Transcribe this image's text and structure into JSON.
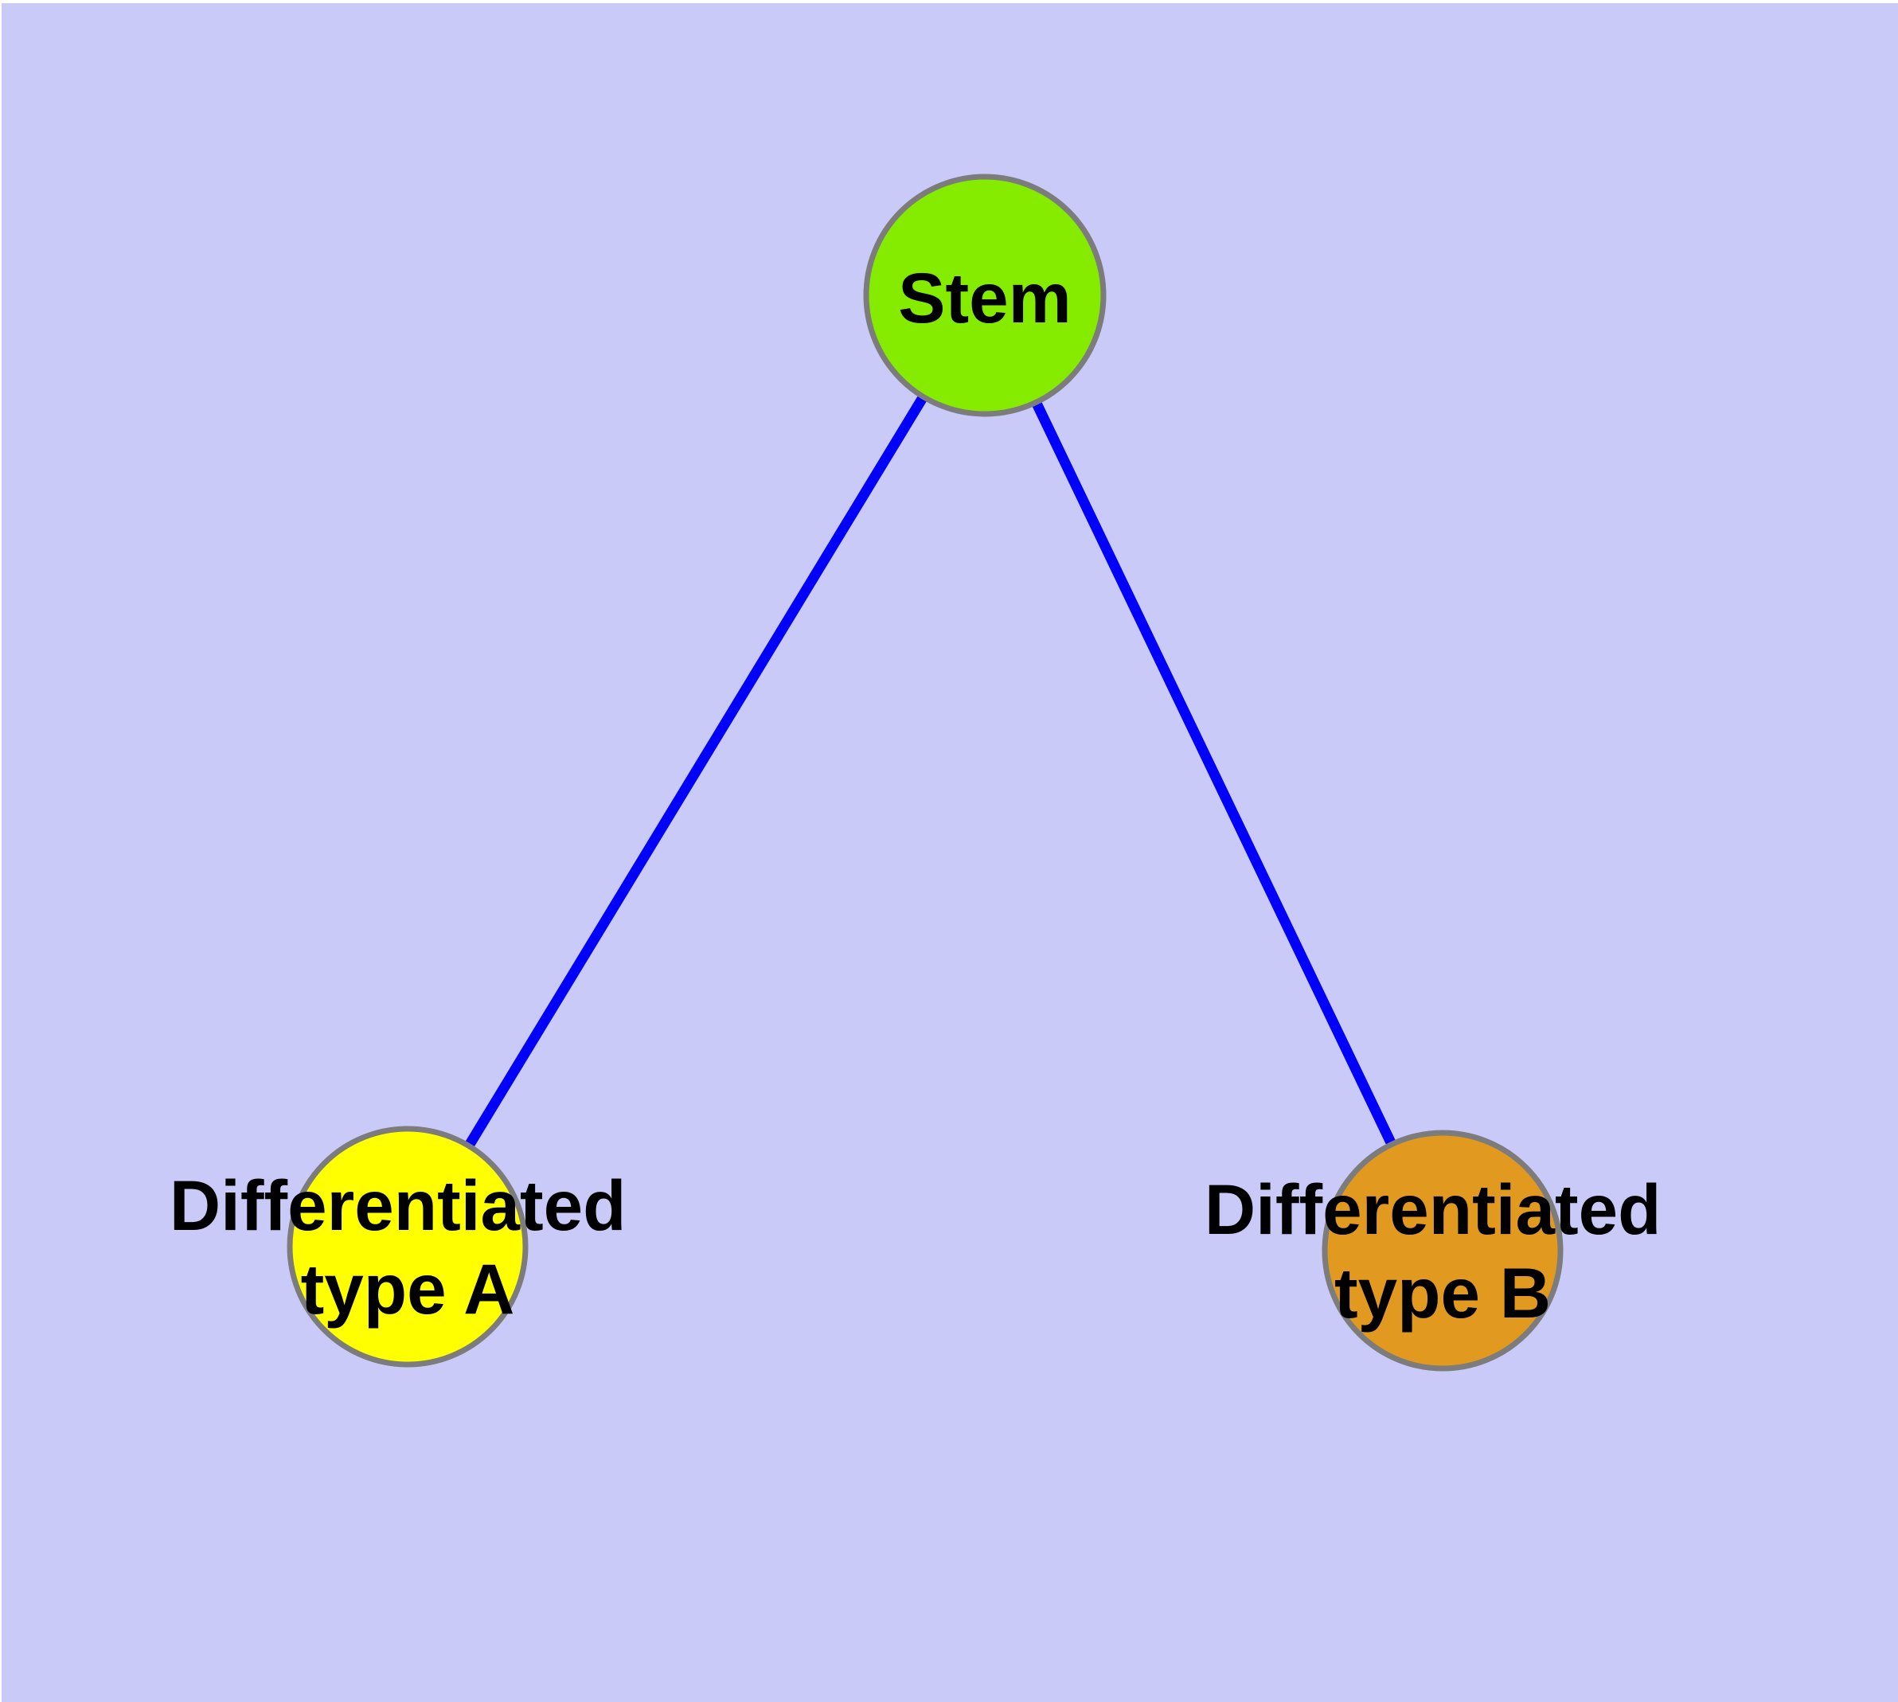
{
  "diagram": {
    "type": "node-link-graph",
    "background_color": "#CACAF9",
    "margin_color": "#FFFFFF",
    "edge_color": "#0202F8",
    "node_border_color": "#7C7C7C",
    "label_color": "#000000",
    "nodes": [
      {
        "id": "stem",
        "lines": [
          "Stem"
        ],
        "label": "Stem",
        "fill": "#85EC00"
      },
      {
        "id": "differentiated-type-a",
        "lines": [
          "Differentiated",
          "type A"
        ],
        "label": "Differentiated type A",
        "fill": "#FFFF00"
      },
      {
        "id": "differentiated-type-b",
        "lines": [
          "Differentiated",
          "type B"
        ],
        "label": "Differentiated type B",
        "fill": "#E2991F"
      }
    ],
    "edges": [
      {
        "from": "stem",
        "to": "differentiated-type-a"
      },
      {
        "from": "stem",
        "to": "differentiated-type-b"
      }
    ]
  }
}
